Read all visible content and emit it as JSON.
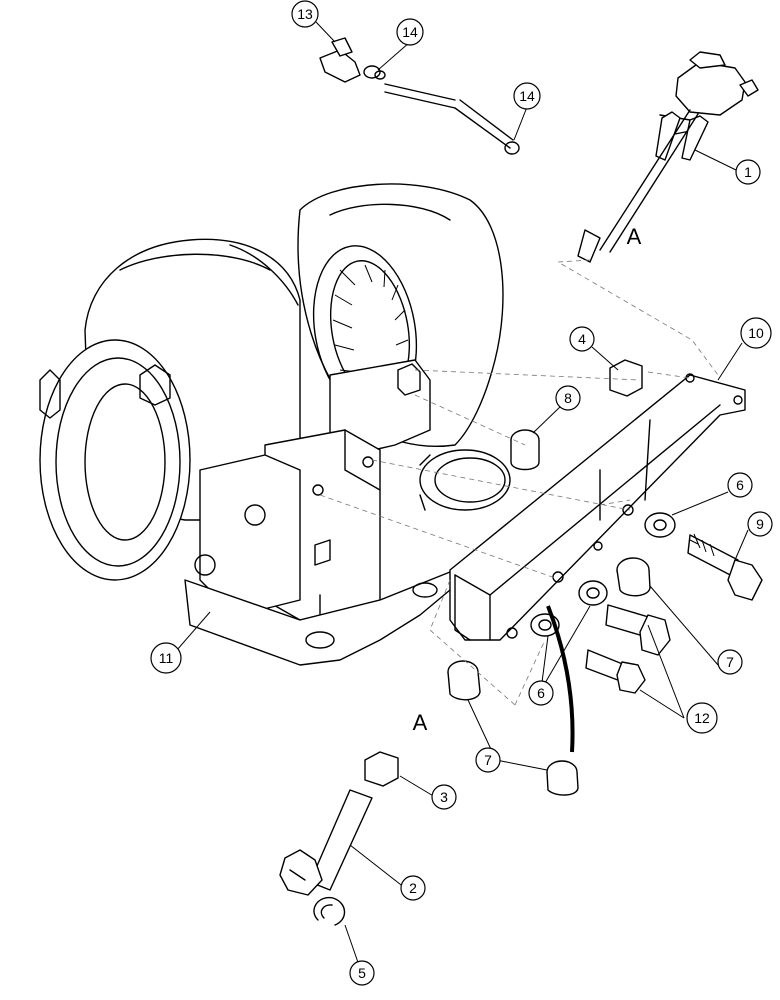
{
  "diagram": {
    "reference_letters": [
      "A",
      "A"
    ],
    "callouts": [
      {
        "id": "c13",
        "label": "13"
      },
      {
        "id": "c14a",
        "label": "14"
      },
      {
        "id": "c14b",
        "label": "14"
      },
      {
        "id": "c1",
        "label": "1"
      },
      {
        "id": "c10",
        "label": "10"
      },
      {
        "id": "c4",
        "label": "4"
      },
      {
        "id": "c8",
        "label": "8"
      },
      {
        "id": "c6a",
        "label": "6"
      },
      {
        "id": "c9",
        "label": "9"
      },
      {
        "id": "c7a",
        "label": "7"
      },
      {
        "id": "c12",
        "label": "12"
      },
      {
        "id": "c6b",
        "label": "6"
      },
      {
        "id": "c7b",
        "label": "7"
      },
      {
        "id": "c11",
        "label": "11"
      },
      {
        "id": "c3",
        "label": "3"
      },
      {
        "id": "c2",
        "label": "2"
      },
      {
        "id": "c5",
        "label": "5"
      }
    ]
  }
}
